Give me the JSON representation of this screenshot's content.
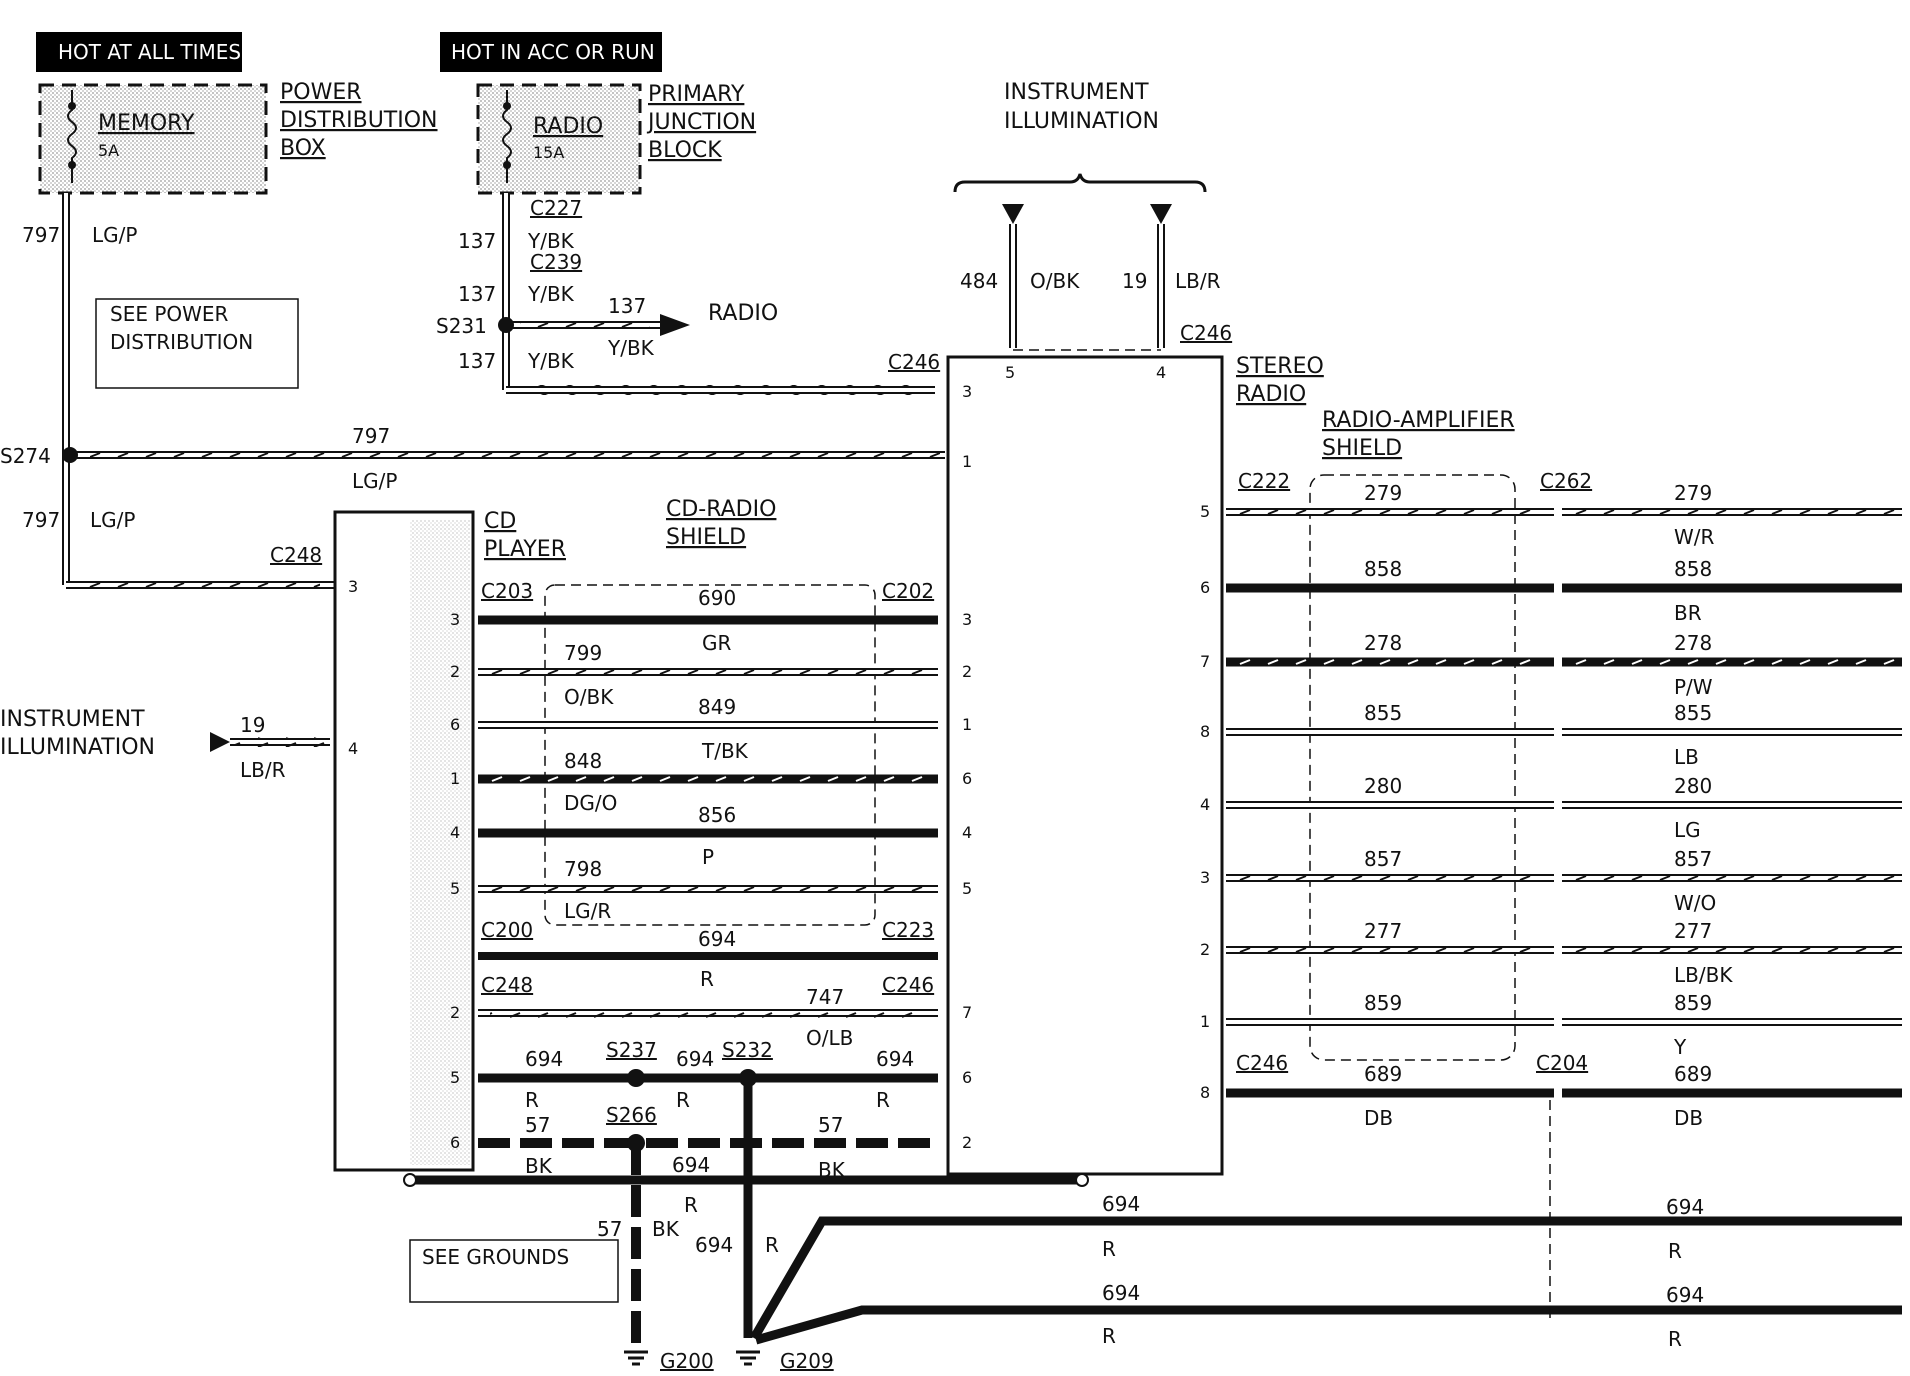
{
  "headers": {
    "hot_at_all_times": "HOT AT ALL TIMES",
    "hot_in_acc": "HOT IN ACC OR RUN"
  },
  "power_box": {
    "fuse_name": "MEMORY",
    "fuse_rating": "5A",
    "title": [
      "POWER",
      "DISTRIBUTION",
      "BOX"
    ]
  },
  "junction_block": {
    "fuse_name": "RADIO",
    "fuse_rating": "15A",
    "title": [
      "PRIMARY",
      "JUNCTION",
      "BLOCK"
    ]
  },
  "notes": {
    "see_power": [
      "SEE POWER",
      "DISTRIBUTION"
    ],
    "see_grounds": "SEE GROUNDS"
  },
  "instrument_illumination_top": [
    "INSTRUMENT",
    "ILLUMINATION"
  ],
  "instrument_illumination_left": [
    "INSTRUMENT",
    "ILLUMINATION"
  ],
  "components": {
    "cd_player": [
      "CD",
      "PLAYER"
    ],
    "stereo_radio": [
      "STEREO",
      "RADIO"
    ],
    "cd_radio_shield": [
      "CD-RADIO",
      "SHIELD"
    ],
    "radio_amp_shield": [
      "RADIO-AMPLIFIER",
      "SHIELD"
    ],
    "radio_arrow": "RADIO"
  },
  "connectors": {
    "c227": "C227",
    "c239": "C239",
    "s231": "S231",
    "s274": "S274",
    "c246_top": "C246",
    "c246_left": "C246",
    "c246_mid": "C246",
    "c246_bot": "C246",
    "c248_a": "C248",
    "c248_b": "C248",
    "c203": "C203",
    "c202": "C202",
    "c200": "C200",
    "c223": "C223",
    "c222": "C222",
    "c262": "C262",
    "c204": "C204",
    "s237": "S237",
    "s232": "S232",
    "s266": "S266",
    "g200": "G200",
    "g209": "G209"
  },
  "wires_left": [
    {
      "circuit": "797",
      "color": "LG/P"
    },
    {
      "circuit": "137",
      "color": "Y/BK"
    },
    {
      "circuit": "19",
      "color": "LB/R"
    },
    {
      "circuit": "484",
      "color": "O/BK"
    }
  ],
  "cd_wires": [
    {
      "circuit": "690",
      "color": "GR",
      "cd_pin": "3",
      "radio_pin": "3"
    },
    {
      "circuit": "799",
      "color": "O/BK",
      "cd_pin": "2",
      "radio_pin": "2"
    },
    {
      "circuit": "849",
      "color": "T/BK",
      "cd_pin": "6",
      "radio_pin": "1"
    },
    {
      "circuit": "848",
      "color": "DG/O",
      "cd_pin": "1",
      "radio_pin": "6"
    },
    {
      "circuit": "856",
      "color": "P",
      "cd_pin": "4",
      "radio_pin": "4"
    },
    {
      "circuit": "798",
      "color": "LG/R",
      "cd_pin": "5",
      "radio_pin": "5"
    }
  ],
  "amp_wires": [
    {
      "radio_pin": "5",
      "circuit": "279",
      "color": "W/R"
    },
    {
      "radio_pin": "6",
      "circuit": "858",
      "color": "BR"
    },
    {
      "radio_pin": "7",
      "circuit": "278",
      "color": "P/W"
    },
    {
      "radio_pin": "8",
      "circuit": "855",
      "color": "LB"
    },
    {
      "radio_pin": "4",
      "circuit": "280",
      "color": "LG"
    },
    {
      "radio_pin": "3",
      "circuit": "857",
      "color": "W/O"
    },
    {
      "radio_pin": "2",
      "circuit": "277",
      "color": "LB/BK"
    },
    {
      "radio_pin": "1",
      "circuit": "859",
      "color": "Y"
    },
    {
      "radio_pin": "8",
      "circuit": "689",
      "color": "DB"
    }
  ],
  "misc": {
    "n694": "694",
    "r": "R",
    "n747": "747",
    "olb": "O/LB",
    "n57": "57",
    "bk": "BK",
    "n3": "3",
    "n4": "4",
    "n5": "5",
    "n6": "6",
    "n1": "1",
    "n7": "7",
    "n2": "2"
  }
}
